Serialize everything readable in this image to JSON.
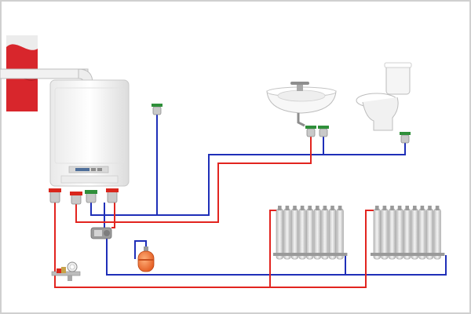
{
  "colors": {
    "hot_pipe": "#e2241f",
    "cold_pipe": "#1f2fb8",
    "valve_green": "#2f8f3a",
    "valve_red": "#d9261c",
    "boiler_body": "#f4f4f4",
    "wall_red": "#d8262c",
    "radiator": "#e6e6e6",
    "expansion_tank": "#f26b2a",
    "frame": "#d0d0d0"
  },
  "components": {
    "boiler": "wall-boiler",
    "chimney": "coaxial-flue",
    "sink": "wash-basin",
    "toilet": "toilet",
    "radiators": [
      "radiator-left",
      "radiator-right"
    ],
    "expansion_tank": "expansion-tank",
    "pump": "circulation-pump",
    "safety_group": "safety-group",
    "valves": [
      "boiler-valve-1",
      "boiler-valve-2",
      "boiler-valve-3",
      "boiler-valve-4",
      "riser-valve",
      "sink-valve-hot",
      "sink-valve-cold",
      "toilet-valve"
    ]
  }
}
